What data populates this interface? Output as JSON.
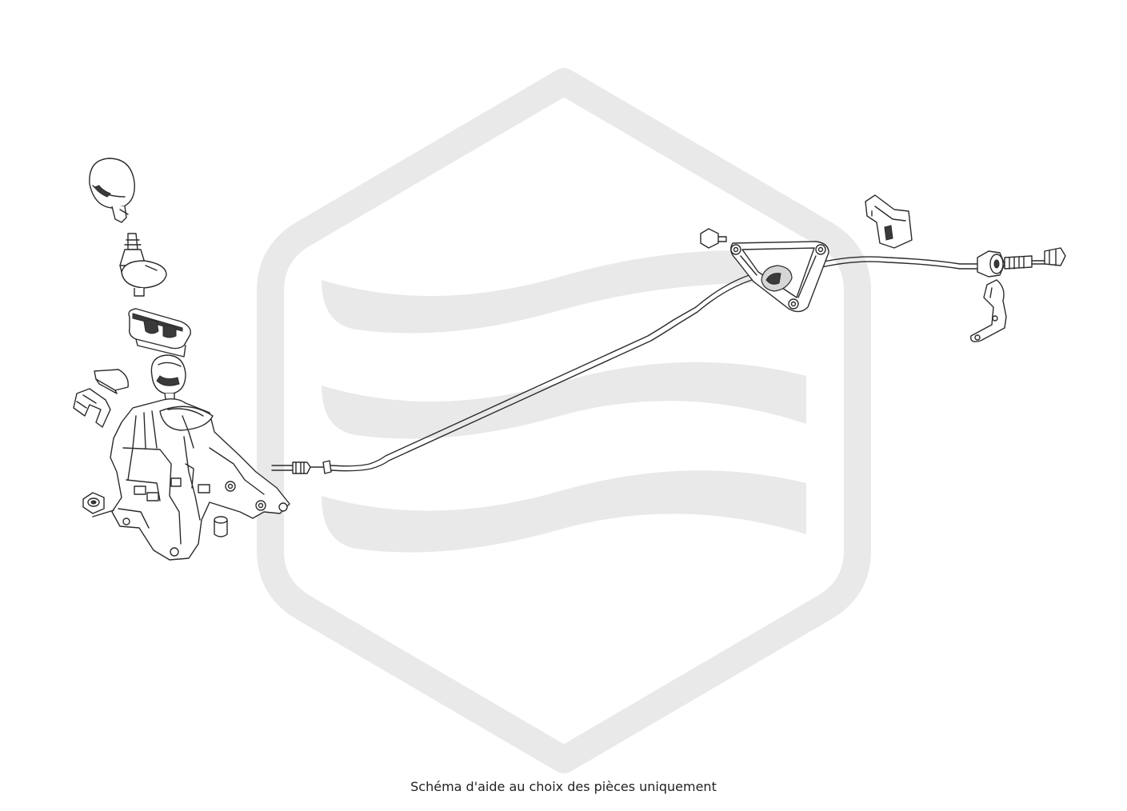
{
  "caption": "Schéma d'aide au choix des pièces uniquement",
  "colors": {
    "watermark": "#e9e9e9",
    "line": "#2b2b2b",
    "background": "#ffffff",
    "caption": "#222222"
  },
  "watermark": {
    "shape": "rounded-hexagon-logo",
    "bands": 3
  },
  "parts": [
    {
      "id": "gear-knob",
      "icon": "knob-icon"
    },
    {
      "id": "shift-boot-retainer",
      "icon": "boot-icon"
    },
    {
      "id": "trim-bezel",
      "icon": "bezel-icon"
    },
    {
      "id": "selector-cover",
      "icon": "cover-icon"
    },
    {
      "id": "clip-bracket",
      "icon": "clip-icon"
    },
    {
      "id": "gear-lever-housing",
      "icon": "housing-icon"
    },
    {
      "id": "hex-nut",
      "icon": "nut-icon"
    },
    {
      "id": "spacer-sleeve",
      "icon": "sleeve-icon"
    },
    {
      "id": "shift-cable",
      "icon": "cable-icon"
    },
    {
      "id": "mounting-bolt",
      "icon": "bolt-icon"
    },
    {
      "id": "cable-bracket",
      "icon": "bracket-icon"
    },
    {
      "id": "retaining-clip",
      "icon": "retaining-clip-icon"
    },
    {
      "id": "cable-end-fitting",
      "icon": "fitting-icon"
    },
    {
      "id": "support-plate",
      "icon": "plate-icon"
    }
  ]
}
